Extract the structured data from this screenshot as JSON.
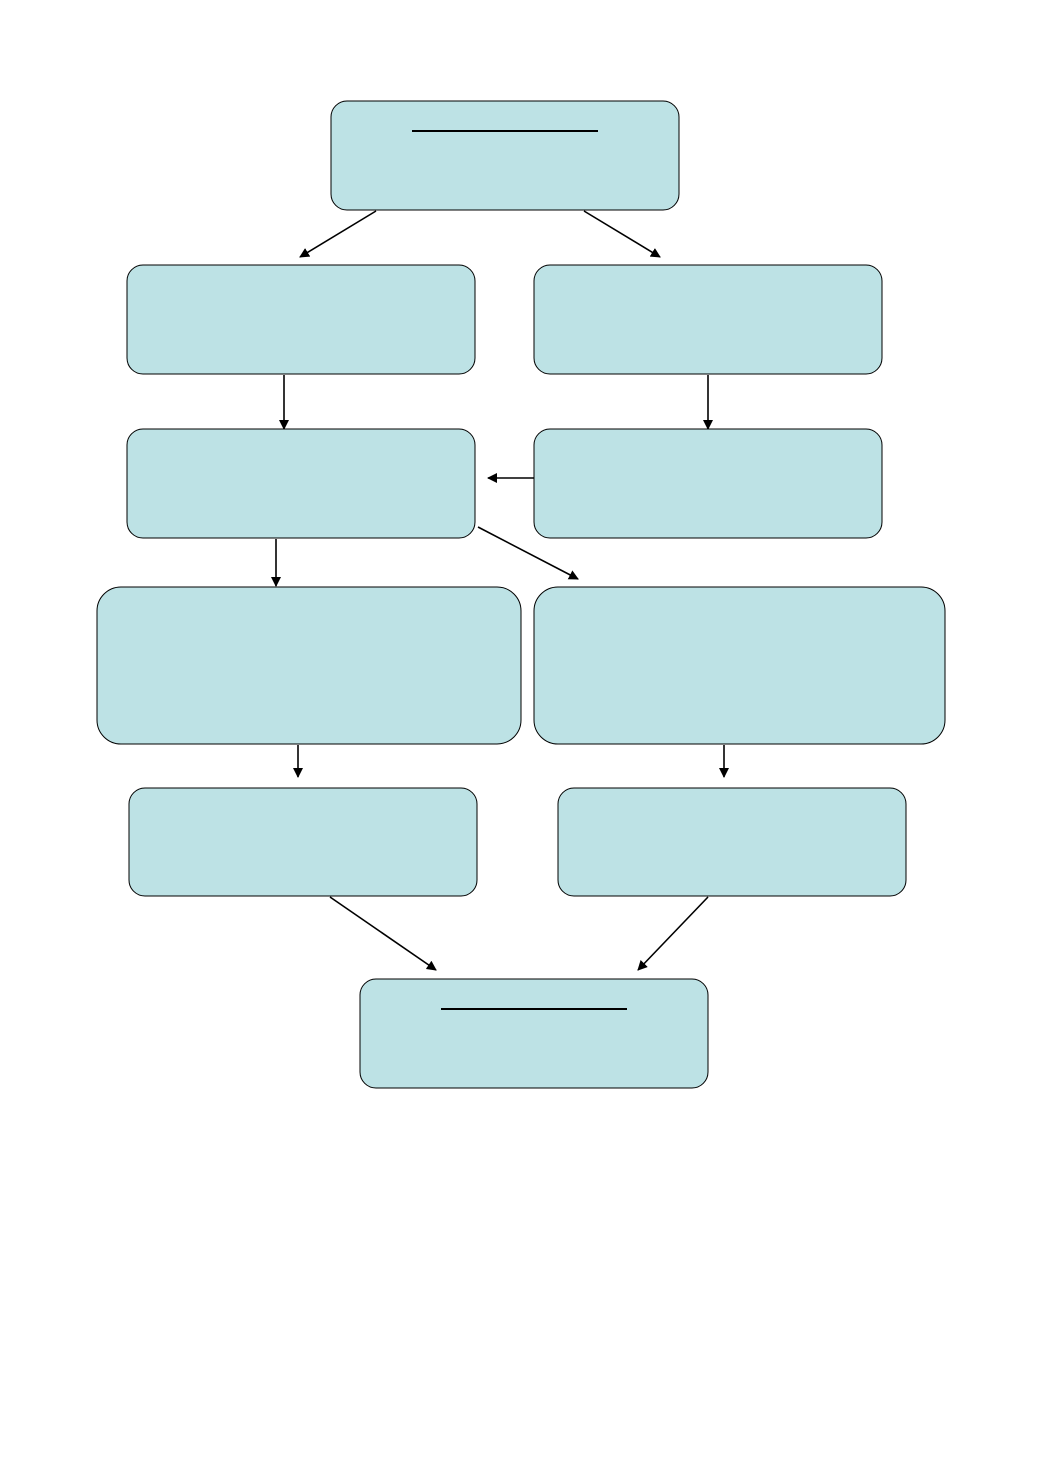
{
  "diagram": {
    "type": "flowchart",
    "colors": {
      "node_fill": "#bde2e5",
      "node_stroke": "#000000",
      "connector": "#000000",
      "background": "#ffffff"
    },
    "nodes": [
      {
        "id": "top",
        "text": "",
        "has_blank_line": true
      },
      {
        "id": "left-1",
        "text": ""
      },
      {
        "id": "right-1",
        "text": ""
      },
      {
        "id": "left-2",
        "text": ""
      },
      {
        "id": "right-2",
        "text": ""
      },
      {
        "id": "left-3",
        "text": ""
      },
      {
        "id": "right-3",
        "text": ""
      },
      {
        "id": "left-4",
        "text": ""
      },
      {
        "id": "right-4",
        "text": ""
      },
      {
        "id": "bottom",
        "text": "",
        "has_blank_line": true
      }
    ],
    "edges": [
      {
        "from": "top",
        "to": "left-1"
      },
      {
        "from": "top",
        "to": "right-1"
      },
      {
        "from": "left-1",
        "to": "left-2"
      },
      {
        "from": "right-1",
        "to": "right-2"
      },
      {
        "from": "right-2",
        "to": "left-2"
      },
      {
        "from": "left-2",
        "to": "left-3"
      },
      {
        "from": "left-2",
        "to": "right-3"
      },
      {
        "from": "left-3",
        "to": "left-4"
      },
      {
        "from": "right-3",
        "to": "right-4"
      },
      {
        "from": "left-4",
        "to": "bottom"
      },
      {
        "from": "right-4",
        "to": "bottom"
      }
    ]
  }
}
